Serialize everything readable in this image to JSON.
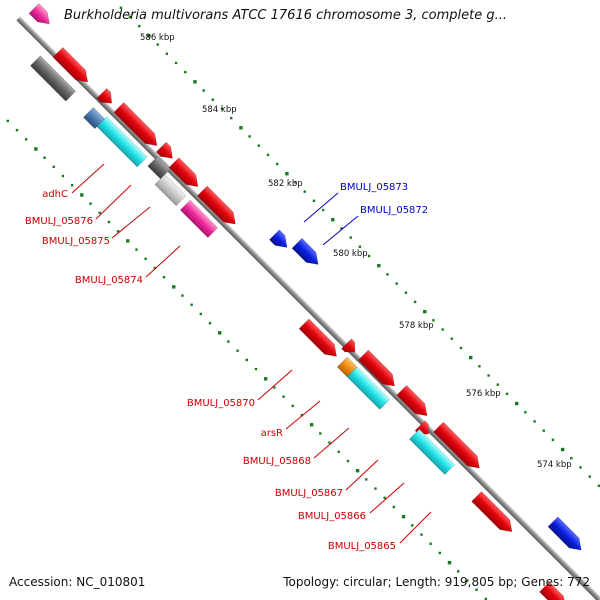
{
  "title": "Burkholderia multivorans ATCC 17616 chromosome 3, complete g...",
  "accession": {
    "label": "Accession:",
    "value": "NC_010801"
  },
  "topology": {
    "label": "Topology:",
    "value": "circular"
  },
  "length": {
    "label": "Length:",
    "value": "919,805 bp"
  },
  "genes": {
    "label": "Genes:",
    "value": "772"
  },
  "colors": {
    "backbone": "#888888",
    "tick": "#1a7a1a",
    "red_gene": "#e0000a",
    "blue_gene": "#0a1ee0",
    "cyan_gene": "#22e0e8",
    "magenta_gene": "#ee2a9a",
    "label_red": "#cc0000",
    "label_blue": "#0000cc"
  },
  "chart_data": {
    "type": "genome-map",
    "scale_labels": [
      "586 kbp",
      "584 kbp",
      "582 kbp",
      "580 kbp",
      "578 kbp",
      "576 kbp",
      "574 kbp"
    ],
    "labels": [
      {
        "text": "BMULJ_05873",
        "color": "blue"
      },
      {
        "text": "BMULJ_05872",
        "color": "blue"
      },
      {
        "text": "adhC",
        "color": "red"
      },
      {
        "text": "BMULJ_05876",
        "color": "red"
      },
      {
        "text": "BMULJ_05875",
        "color": "red"
      },
      {
        "text": "BMULJ_05874",
        "color": "red"
      },
      {
        "text": "BMULJ_05870",
        "color": "red"
      },
      {
        "text": "arsR",
        "color": "red"
      },
      {
        "text": "BMULJ_05868",
        "color": "red"
      },
      {
        "text": "BMULJ_05867",
        "color": "red"
      },
      {
        "text": "BMULJ_05866",
        "color": "red"
      },
      {
        "text": "BMULJ_05865",
        "color": "red"
      }
    ]
  }
}
